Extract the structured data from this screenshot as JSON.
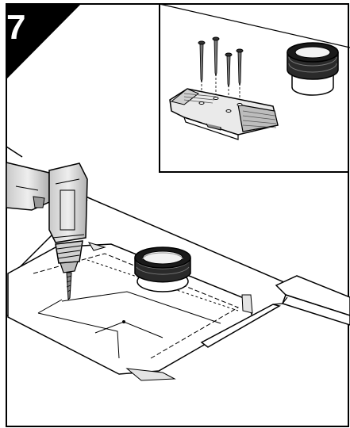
{
  "step": {
    "number": "7"
  },
  "illustration": {
    "main_scene": "drilling-pilot-holes-on-template",
    "inset_scene": "mounting-bracket-with-screws-and-ring",
    "screw_count": 4
  },
  "colors": {
    "ink": "#000000",
    "paper": "#ffffff",
    "gray_light": "#d8d8d8",
    "gray_mid": "#a8a8a8",
    "gray_dark": "#555555"
  }
}
